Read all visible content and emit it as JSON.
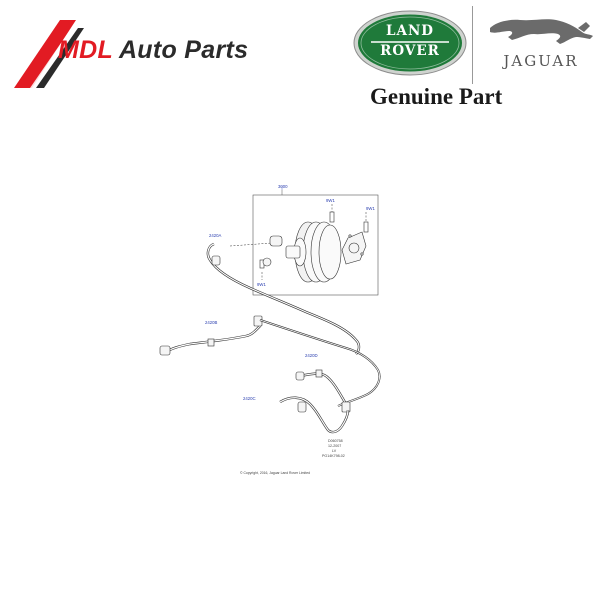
{
  "brand": {
    "mdl_part1": "MDL",
    "mdl_part2": "Auto Parts",
    "accent_color": "#e21b23"
  },
  "land_rover": {
    "line1": "LAND",
    "line2": "ROVER",
    "oval_color": "#1f7a3a"
  },
  "jaguar": {
    "wordmark": "JAGUAR",
    "icon": "leaping-jaguar-icon"
  },
  "tagline": "Genuine Part",
  "diagram": {
    "callouts": {
      "c3000": "3000",
      "c9w1_top": "9W1",
      "c9w1_right": "9W1",
      "c9w1_bottom": "9W1",
      "c2420a": "2420A",
      "c2420b": "2420B",
      "c2420d": "2420D",
      "c2420c": "2420C"
    },
    "reference": {
      "line1": "D060758",
      "line2": "12-2007",
      "line3": "LV",
      "line4": "PG14K798-02"
    },
    "copyright": "© Copyright, 2016, Jaguar Land Rover Limited"
  }
}
